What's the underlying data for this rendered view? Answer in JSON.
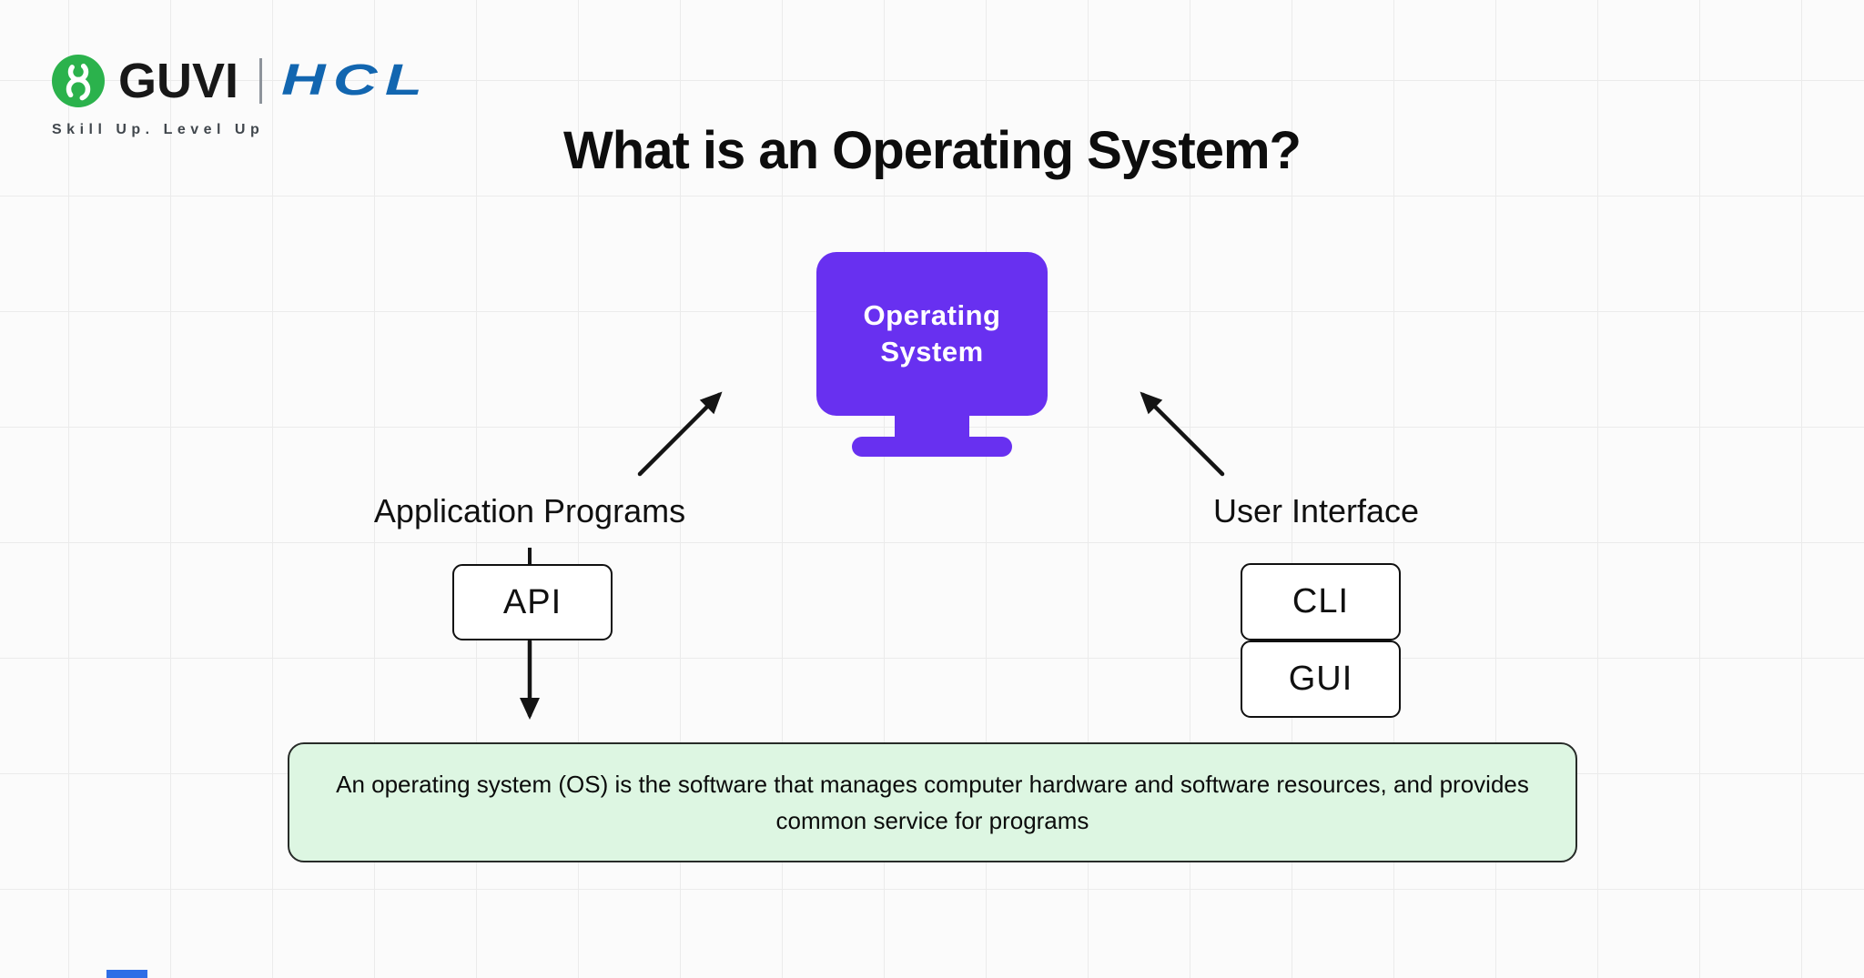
{
  "brand": {
    "guvi": "GUVI",
    "hcl": "HCL",
    "tagline": "Skill Up. Level Up",
    "guvi_green": "#2bb24c",
    "hcl_blue": "#1266b0"
  },
  "title": "What is an Operating System?",
  "diagram": {
    "os_node": {
      "line1": "Operating",
      "line2": "System",
      "color": "#6830f0"
    },
    "left_branch": {
      "label": "Application Programs",
      "box": "API"
    },
    "right_branch": {
      "label": "User Interface",
      "boxes": [
        "CLI",
        "GUI"
      ]
    },
    "definition": {
      "line1": "An operating system (OS) is the software that manages computer hardware and software resources, and provides",
      "line2": "common service for programs",
      "bg_color": "#ddf6e2"
    }
  },
  "artifacts": {
    "bottom_left_blue": "#2e6ee6"
  }
}
